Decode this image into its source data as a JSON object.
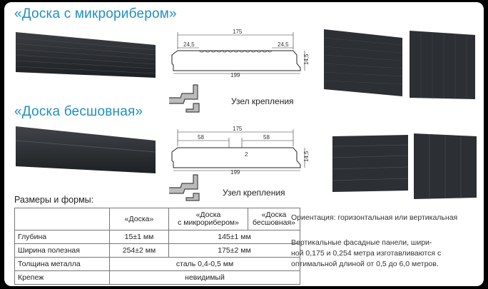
{
  "sections": {
    "top": {
      "title": "«Доска с микрорибером»",
      "dims": {
        "total": "175",
        "left": "24,5",
        "right": "24,5",
        "height": "14,5",
        "bottom": "199"
      },
      "fastener_label": "Узел крепления"
    },
    "bottom": {
      "title": "«Доска бесшовная»",
      "dims": {
        "total": "175",
        "left": "58",
        "right": "58",
        "height": "14,5",
        "gap": "2",
        "bottom": "199"
      },
      "fastener_label": "Узел крепления"
    }
  },
  "specs": {
    "heading": "Размеры и формы:",
    "columns": [
      "",
      "«Доска»",
      "«Доска с микрорибером»",
      "«Доска бесшовная»"
    ],
    "col2_line1": "«Доска",
    "col2_line2": "с микрорибером»",
    "col3_line1": "«Доска",
    "col3_line2": "бесшовная»",
    "rows": [
      {
        "label": "Глубина",
        "doska": "15±1 мм",
        "merged": "145±1 мм"
      },
      {
        "label": "Ширина полезная",
        "doska": "254±2 мм",
        "merged": "175±2 мм"
      },
      {
        "label": "Толщина металла",
        "all": "сталь 0,4-0,5 мм"
      },
      {
        "label": "Крепеж",
        "all": "невидимый"
      }
    ]
  },
  "orientation": "Ориентация: горизонтальная или вертикальная",
  "description_lines": [
    "Вертикальные фасадные панели, шири-",
    "ной 0,175 и 0,254 метра изготавливаются с",
    "оптимальной длиной от 0,5 до 6,0 метров."
  ],
  "colors": {
    "title": "#1f8fbf",
    "panel": "#2a2d31",
    "background": "#ffffff"
  }
}
